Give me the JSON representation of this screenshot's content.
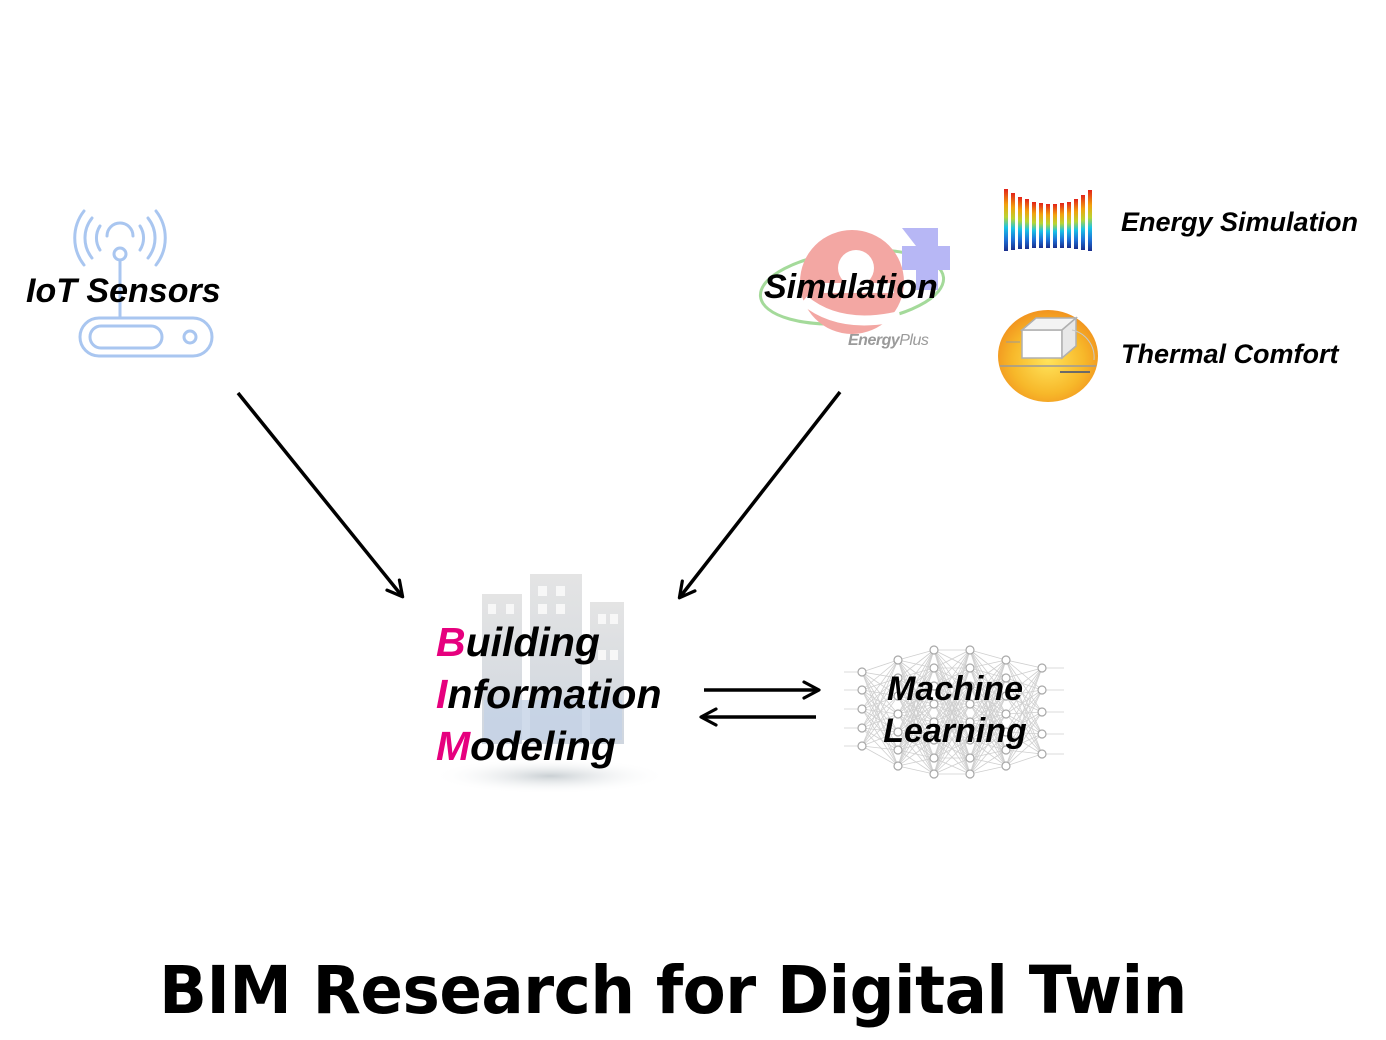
{
  "diagram": {
    "title": "BIM Research for Digital Twin",
    "nodes": {
      "iot": {
        "label": "IoT Sensors",
        "icon": "router-wifi-icon"
      },
      "simulation": {
        "label": "Simulation",
        "icon": "energyplus-logo-icon",
        "logo_text": {
          "main": "Energy",
          "suffix": "Plus"
        }
      },
      "energy_simulation": {
        "label": "Energy Simulation",
        "icon": "energy-heatmap-icon"
      },
      "thermal_comfort": {
        "label": "Thermal Comfort",
        "icon": "thermal-model-icon"
      },
      "bim": {
        "lines": [
          {
            "initial": "B",
            "rest": "uilding"
          },
          {
            "initial": "I",
            "rest": "nformation"
          },
          {
            "initial": "M",
            "rest": "odeling"
          }
        ],
        "icon": "building-bim-icon",
        "accent_color": "#e6007e"
      },
      "ml": {
        "lines": [
          "Machine",
          "Learning"
        ],
        "icon": "neural-network-icon"
      }
    },
    "edges": [
      {
        "from": "IoT Sensors",
        "to": "BIM"
      },
      {
        "from": "Simulation",
        "to": "BIM"
      },
      {
        "from": "BIM",
        "to": "Machine Learning"
      },
      {
        "from": "Machine Learning",
        "to": "BIM"
      }
    ]
  }
}
